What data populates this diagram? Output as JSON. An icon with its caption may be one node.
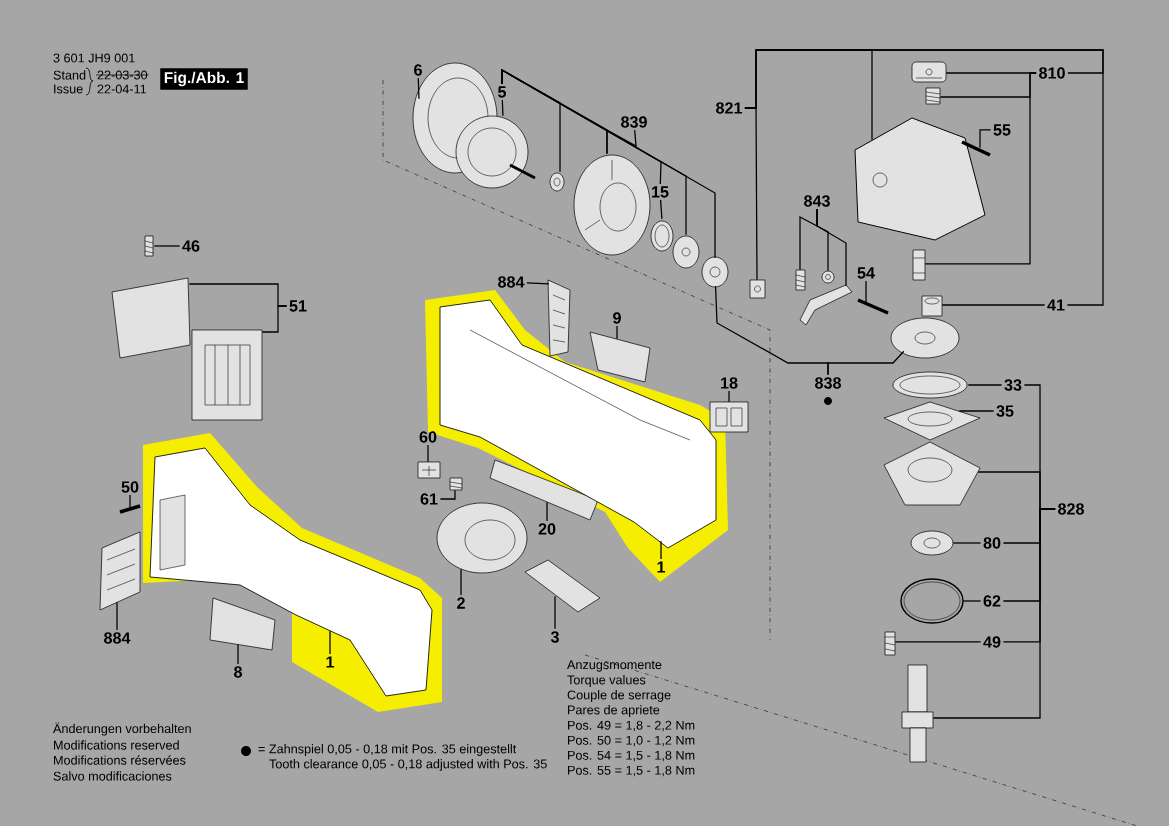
{
  "diagram": {
    "nodes": [
      {
        "text": [
          "6"
        ]
      },
      {
        "text": [
          "5"
        ]
      },
      {
        "text": [
          "839"
        ]
      },
      {
        "text": [
          "15"
        ]
      },
      {
        "text": [
          "821"
        ]
      },
      {
        "text": [
          "810"
        ]
      },
      {
        "text": [
          "55"
        ]
      },
      {
        "text": [
          "46"
        ]
      },
      {
        "text": [
          "51"
        ]
      },
      {
        "text": [
          "884"
        ]
      },
      {
        "text": [
          "9"
        ]
      },
      {
        "text": [
          "843"
        ]
      },
      {
        "text": [
          "54"
        ]
      },
      {
        "text": [
          "41"
        ]
      },
      {
        "text": [
          "838"
        ]
      },
      {
        "text": [
          "18"
        ]
      },
      {
        "text": [
          "33"
        ]
      },
      {
        "text": [
          "35"
        ]
      },
      {
        "text": [
          "828"
        ]
      },
      {
        "text": [
          "60"
        ]
      },
      {
        "text": [
          "61"
        ]
      },
      {
        "text": [
          "50"
        ]
      },
      {
        "text": [
          "20"
        ]
      },
      {
        "text": [
          "1"
        ]
      },
      {
        "text": [
          "80"
        ]
      },
      {
        "text": [
          "2"
        ]
      },
      {
        "text": [
          "62"
        ]
      },
      {
        "text": [
          "3"
        ]
      },
      {
        "text": [
          "49"
        ]
      },
      {
        "text": [
          "884"
        ]
      },
      {
        "text": [
          "1"
        ]
      },
      {
        "text": [
          "8"
        ]
      },
      {
        "text": [],
        "shape": "picture"
      },
      {
        "text": [],
        "shape": "picture"
      },
      {
        "text": [],
        "shape": "picture"
      },
      {
        "text": [],
        "shape": "picture"
      },
      {
        "text": [],
        "shape": "picture"
      },
      {
        "text": [],
        "shape": "picture"
      },
      {
        "text": [],
        "shape": "picture"
      },
      {
        "text": [],
        "shape": "picture"
      },
      {
        "text": [],
        "shape": "picture"
      },
      {
        "text": [],
        "shape": "picture"
      },
      {
        "text": [],
        "shape": "picture"
      },
      {
        "text": [],
        "shape": "picture"
      },
      {
        "text": [],
        "shape": "picture"
      },
      {
        "text": [],
        "shape": "picture"
      },
      {
        "text": [],
        "shape": "picture"
      },
      {
        "text": [],
        "shape": "picture"
      },
      {
        "text": [],
        "shape": "picture"
      },
      {
        "text": [],
        "shape": "picture"
      },
      {
        "text": [],
        "shape": "picture"
      },
      {
        "text": [],
        "shape": "picture"
      },
      {
        "text": [],
        "shape": "picture"
      },
      {
        "text": [],
        "shape": "picture"
      },
      {
        "text": [],
        "shape": "picture"
      },
      {
        "text": [],
        "shape": "picture"
      },
      {
        "text": [],
        "shape": "picture"
      },
      {
        "text": [],
        "shape": "picture"
      },
      {
        "text": [],
        "shape": "picture"
      },
      {
        "text": [],
        "shape": "picture"
      },
      {
        "text": [],
        "shape": "picture"
      },
      {
        "text": [],
        "shape": "picture"
      },
      {
        "text": [],
        "shape": "picture"
      },
      {
        "text": [],
        "shape": "picture"
      },
      {
        "text": [],
        "shape": "picture"
      },
      {
        "text": [],
        "shape": "picture"
      },
      {
        "text": [],
        "shape": "picture"
      },
      {
        "text": [],
        "shape": "picture"
      },
      {
        "text": [],
        "shape": "picture"
      },
      {
        "text": [],
        "shape": "picture"
      },
      {
        "text": [],
        "shape": "picture"
      },
      {
        "text": [],
        "shape": "picture"
      },
      {
        "text": [],
        "shape": "picture"
      },
      {
        "text": [],
        "shape": "picture"
      }
    ],
    "edges": [
      {
        "from": 0,
        "to": 32,
        "arrow": "none"
      },
      {
        "from": 1,
        "to": 33,
        "arrow": "none"
      },
      {
        "from": 1,
        "to": 38,
        "arrow": "none"
      },
      {
        "from": 1,
        "to": 34,
        "arrow": "none"
      },
      {
        "from": 1,
        "to": 35,
        "arrow": "none"
      },
      {
        "from": 1,
        "to": 37,
        "arrow": "none"
      },
      {
        "from": 2,
        "to": 35,
        "arrow": "none"
      },
      {
        "from": 1,
        "to": 3,
        "arrow": "none"
      },
      {
        "from": 3,
        "to": 36,
        "arrow": "none"
      },
      {
        "from": 4,
        "to": 39,
        "arrow": "none"
      },
      {
        "from": 4,
        "to": 40,
        "arrow": "none"
      },
      {
        "from": 4,
        "to": 5,
        "arrow": "none"
      },
      {
        "from": 4,
        "to": 13,
        "arrow": "none"
      },
      {
        "from": 5,
        "to": 41,
        "arrow": "none"
      },
      {
        "from": 5,
        "to": 42,
        "arrow": "none"
      },
      {
        "from": 5,
        "to": 44,
        "arrow": "none"
      },
      {
        "from": 6,
        "to": 43,
        "arrow": "none"
      },
      {
        "from": 13,
        "to": 45,
        "arrow": "none"
      },
      {
        "from": 11,
        "to": 47,
        "arrow": "none"
      },
      {
        "from": 11,
        "to": 48,
        "arrow": "none"
      },
      {
        "from": 11,
        "to": 49,
        "arrow": "none"
      },
      {
        "from": 12,
        "to": 50,
        "arrow": "none"
      },
      {
        "from": 7,
        "to": 51,
        "arrow": "none"
      },
      {
        "from": 8,
        "to": 52,
        "arrow": "none"
      },
      {
        "from": 8,
        "to": 53,
        "arrow": "none"
      },
      {
        "from": 9,
        "to": 54,
        "arrow": "none"
      },
      {
        "from": 10,
        "to": 55,
        "arrow": "none"
      },
      {
        "from": 15,
        "to": 56,
        "arrow": "none"
      },
      {
        "from": 14,
        "to": 46,
        "arrow": "none"
      },
      {
        "from": 14,
        "to": 38,
        "arrow": "none"
      },
      {
        "from": 16,
        "to": 57,
        "arrow": "none"
      },
      {
        "from": 17,
        "to": 58,
        "arrow": "none"
      },
      {
        "from": 18,
        "to": 16,
        "arrow": "none"
      },
      {
        "from": 18,
        "to": 59,
        "arrow": "none"
      },
      {
        "from": 18,
        "to": 24,
        "arrow": "none"
      },
      {
        "from": 18,
        "to": 26,
        "arrow": "none"
      },
      {
        "from": 18,
        "to": 28,
        "arrow": "none"
      },
      {
        "from": 18,
        "to": 63,
        "arrow": "none"
      },
      {
        "from": 24,
        "to": 60,
        "arrow": "none"
      },
      {
        "from": 26,
        "to": 61,
        "arrow": "none"
      },
      {
        "from": 28,
        "to": 62,
        "arrow": "none"
      },
      {
        "from": 19,
        "to": 64,
        "arrow": "none"
      },
      {
        "from": 20,
        "to": 65,
        "arrow": "none"
      },
      {
        "from": 21,
        "to": 66,
        "arrow": "none"
      },
      {
        "from": 22,
        "to": 67,
        "arrow": "none"
      },
      {
        "from": 23,
        "to": 68,
        "arrow": "none"
      },
      {
        "from": 25,
        "to": 69,
        "arrow": "none"
      },
      {
        "from": 27,
        "to": 70,
        "arrow": "none"
      },
      {
        "from": 29,
        "to": 71,
        "arrow": "none"
      },
      {
        "from": 30,
        "to": 72,
        "arrow": "none"
      },
      {
        "from": 31,
        "to": 73,
        "arrow": "none"
      }
    ],
    "labels": [
      "3 601 JH9 001",
      "Stand",
      "22-03-30",
      "Issue",
      "22-04-11",
      "Fig./Abb. 1",
      "Anzugsmomente",
      "Torque values",
      "Couple de serrage",
      "Pares de apriete",
      "Pos. 49 = 1,8 - 2,2 Nm",
      "Pos. 50 = 1,0 - 1,2 Nm",
      "Pos. 54 = 1,5 - 1,8 Nm",
      "Pos. 55 = 1,5 - 1,8 Nm",
      "Änderungen vorbehalten",
      "Modifications reserved",
      "Modifications réservées",
      "Salvo modificaciones",
      "= Zahnspiel 0,05 - 0,18 mit Pos. 35 eingestellt",
      "Tooth clearance 0,05 - 0,18 adjusted with Pos. 35"
    ]
  }
}
